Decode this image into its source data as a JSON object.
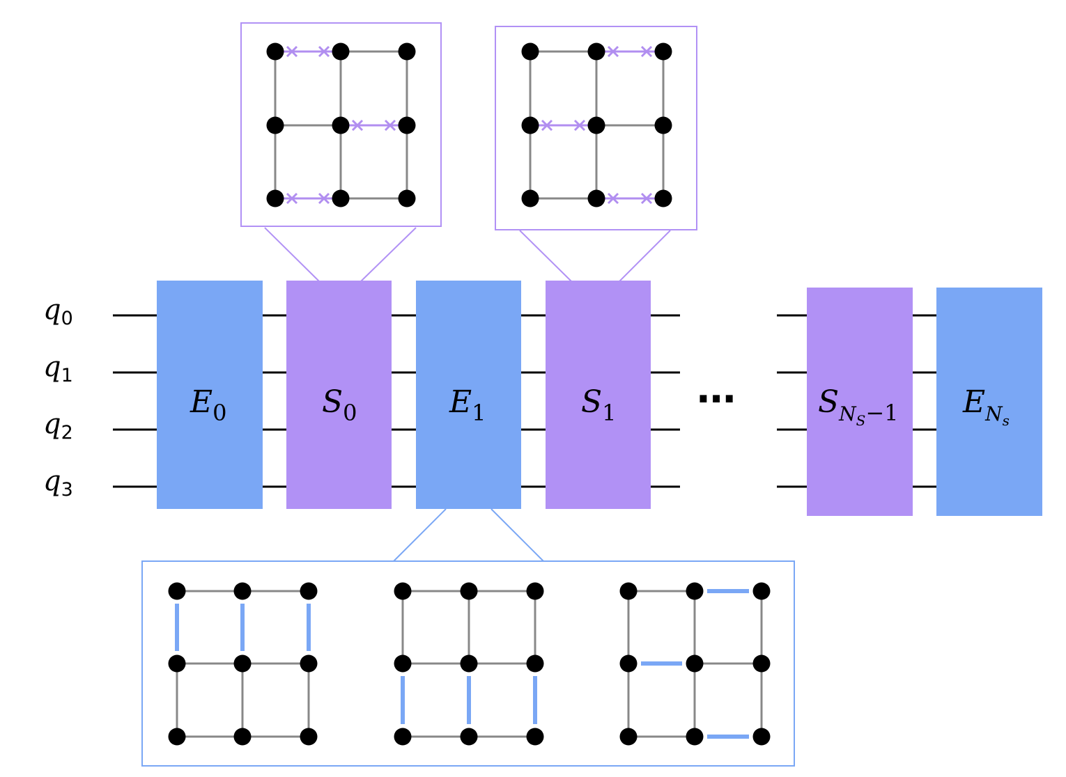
{
  "qubits": [
    {
      "base": "q",
      "sub": "0"
    },
    {
      "base": "q",
      "sub": "1"
    },
    {
      "base": "q",
      "sub": "2"
    },
    {
      "base": "q",
      "sub": "3"
    }
  ],
  "gates": [
    {
      "kind": "entangle",
      "base": "E",
      "sub": "0"
    },
    {
      "kind": "swap",
      "base": "S",
      "sub": "0"
    },
    {
      "kind": "entangle",
      "base": "E",
      "sub": "1"
    },
    {
      "kind": "swap",
      "base": "S",
      "sub": "1"
    },
    {
      "kind": "swap",
      "base": "S",
      "sub_base": "N",
      "sub_sub": "S",
      "sub_tail": "−1"
    },
    {
      "kind": "entangle",
      "base": "E",
      "sub_base": "N",
      "sub_sub": "s"
    }
  ],
  "ellipsis": "⋯",
  "colors": {
    "entangle": "#7aa7f5",
    "swap": "#b191f5",
    "swap_edge": "#b18ef0",
    "wire": "#000000",
    "grid_edge": "#888888",
    "node": "#000000"
  }
}
